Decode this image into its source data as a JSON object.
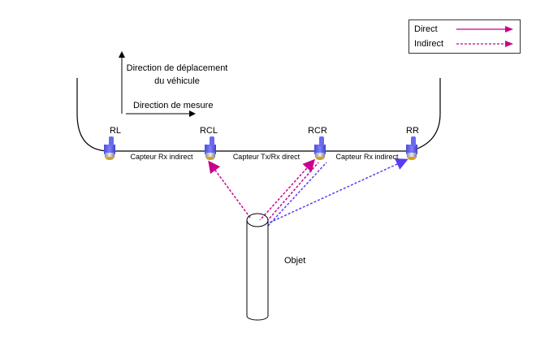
{
  "legend": {
    "items": [
      {
        "label": "Direct",
        "style": "solid",
        "color": "#d0008c"
      },
      {
        "label": "Indirect",
        "style": "dashed",
        "color": "#d0008c"
      }
    ]
  },
  "arrows": {
    "vertical_label": [
      "Direction de déplacement",
      "du véhicule"
    ],
    "horizontal_label": "Direction de mesure"
  },
  "sensors": [
    {
      "id": "RL",
      "label": "RL"
    },
    {
      "id": "RCL",
      "label": "RCL"
    },
    {
      "id": "RCR",
      "label": "RCR"
    },
    {
      "id": "RR",
      "label": "RR"
    }
  ],
  "segments": [
    {
      "label": "Capteur Rx indirect"
    },
    {
      "label": "Capteur Tx/Rx direct"
    },
    {
      "label": "Capteur Rx indirect"
    }
  ],
  "object": {
    "label": "Objet"
  },
  "colors": {
    "direct": "#d0008c",
    "indirect_magenta": "#d0008c",
    "indirect_blue": "#5a3cf0",
    "sensor_body": "#6a6af0",
    "sensor_cap": "#d4a020"
  }
}
